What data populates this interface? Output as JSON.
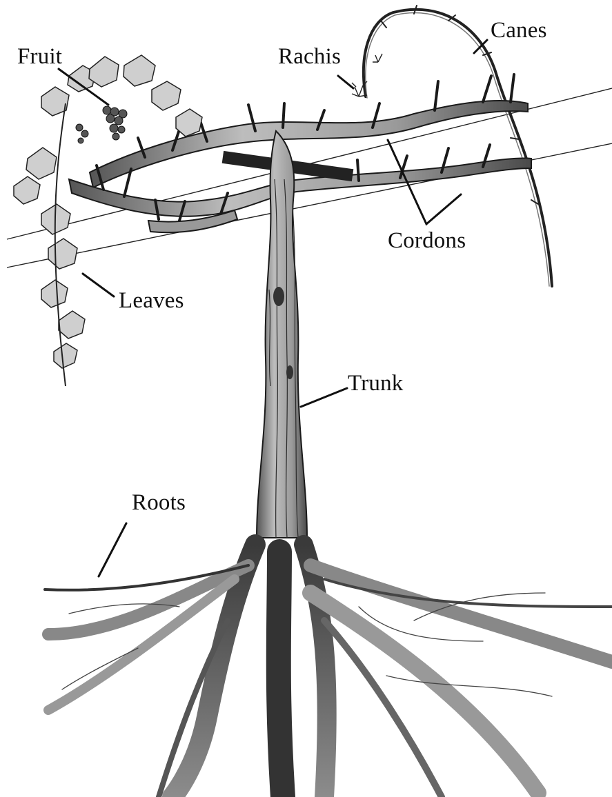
{
  "labels": {
    "fruit": "Fruit",
    "rachis": "Rachis",
    "canes": "Canes",
    "cordons": "Cordons",
    "leaves": "Leaves",
    "trunk": "Trunk",
    "roots": "Roots"
  },
  "colors": {
    "ink": "#111111",
    "wood": "#8a8a8a",
    "wood_dark": "#4a4a4a",
    "leaf": "#bdbdbd",
    "background": "#ffffff"
  }
}
